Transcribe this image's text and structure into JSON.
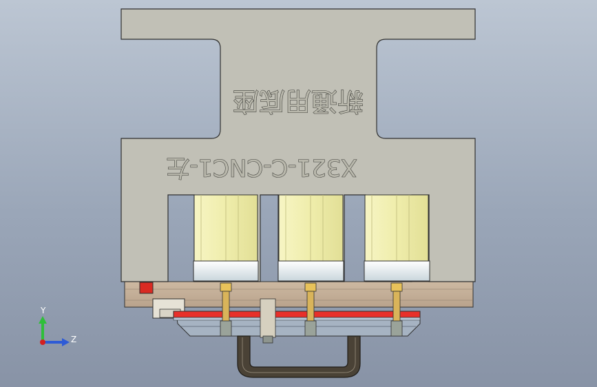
{
  "viewport": {
    "background_top": "#bcc6d3",
    "background_bottom": "#8893a6"
  },
  "part": {
    "engraving_line1": "新通用底座",
    "engraving_line2": "X321-C-CNC1-左",
    "engraving_orientation": "rotated-180",
    "body_color": "#c1c0b6",
    "edge_color": "#2f2f2f",
    "motor_color": "#f2f0b0",
    "rail_color": "#e8302a",
    "handle_color": "#4a4236",
    "motor_count": 3
  },
  "triad": {
    "y_label": "Y",
    "z_label": "Z",
    "y_color": "#2fbf3a",
    "z_color": "#2e5bd6",
    "origin_color": "#d42020"
  }
}
